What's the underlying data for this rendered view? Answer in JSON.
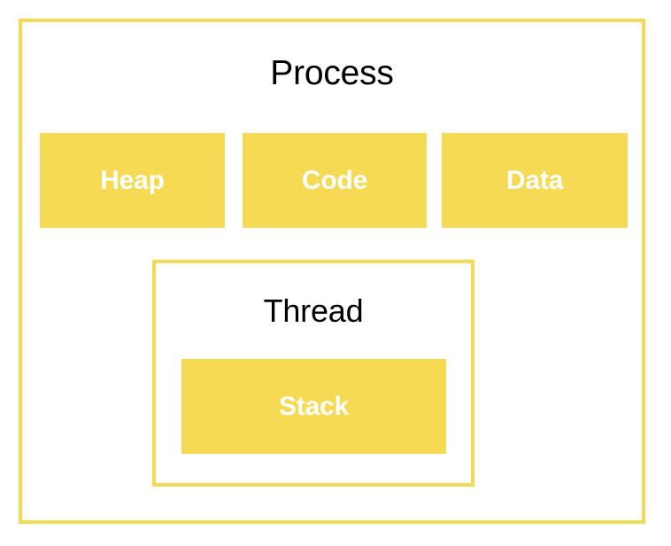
{
  "diagram": {
    "type": "nested-block-diagram",
    "title": "Process",
    "background_color": "#FFFFFF",
    "accent_color": "#F7DA53",
    "block_text_color": "#FFFFFF",
    "title_text_color": "#000000",
    "process": {
      "label": "Process",
      "border_color": "#F7DA53",
      "fill": "#FFFFFF",
      "segments": [
        {
          "key": "heap",
          "label": "Heap",
          "fill": "#F7DA53"
        },
        {
          "key": "code",
          "label": "Code",
          "fill": "#F7DA53"
        },
        {
          "key": "data",
          "label": "Data",
          "fill": "#F7DA53"
        }
      ],
      "thread": {
        "label": "Thread",
        "border_color": "#F7DA53",
        "fill": "#FFFFFF",
        "segments": [
          {
            "key": "stack",
            "label": "Stack",
            "fill": "#F7DA53"
          }
        ]
      }
    }
  }
}
